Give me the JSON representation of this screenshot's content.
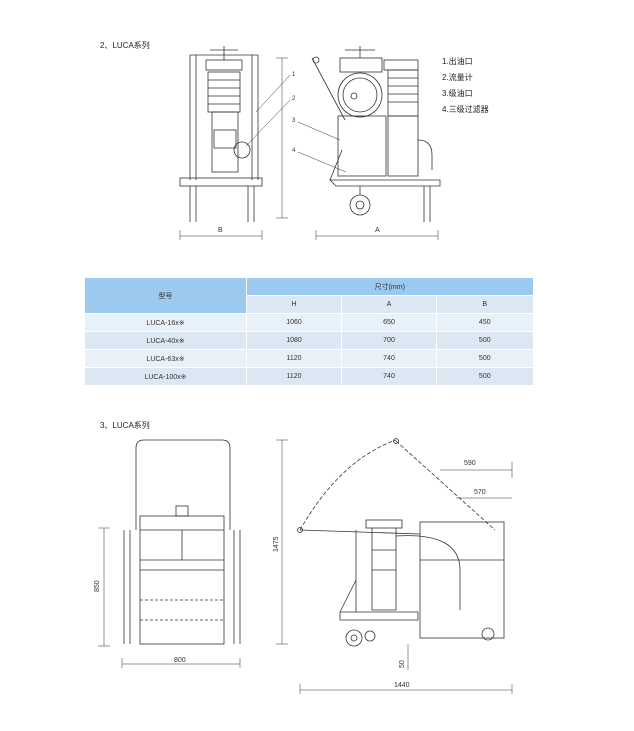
{
  "section2": {
    "heading": "2、LUCA系列",
    "legend": [
      "1.出油口",
      "2.流量计",
      "3.级油口",
      "4.三级过滤器"
    ],
    "callouts": [
      "1",
      "2",
      "3",
      "4"
    ],
    "dim_b": "B",
    "dim_a": "A"
  },
  "table": {
    "col_model": "型号",
    "col_size": "尺寸(mm)",
    "sub_headers": [
      "H",
      "A",
      "B"
    ],
    "rows": [
      {
        "model": "LUCA-16x※",
        "h": "1060",
        "a": "650",
        "b": "450"
      },
      {
        "model": "LUCA-40x※",
        "h": "1080",
        "a": "700",
        "b": "500"
      },
      {
        "model": "LUCA-63x※",
        "h": "1120",
        "a": "740",
        "b": "500"
      },
      {
        "model": "LUCA-100x※",
        "h": "1120",
        "a": "740",
        "b": "500"
      }
    ]
  },
  "section3": {
    "heading": "3、LUCA系列",
    "dims": {
      "width_front": "800",
      "height_front": "850",
      "height_side": "1475",
      "top_590": "590",
      "top_570": "570",
      "bottom_50": "50",
      "length_side": "1440"
    }
  }
}
